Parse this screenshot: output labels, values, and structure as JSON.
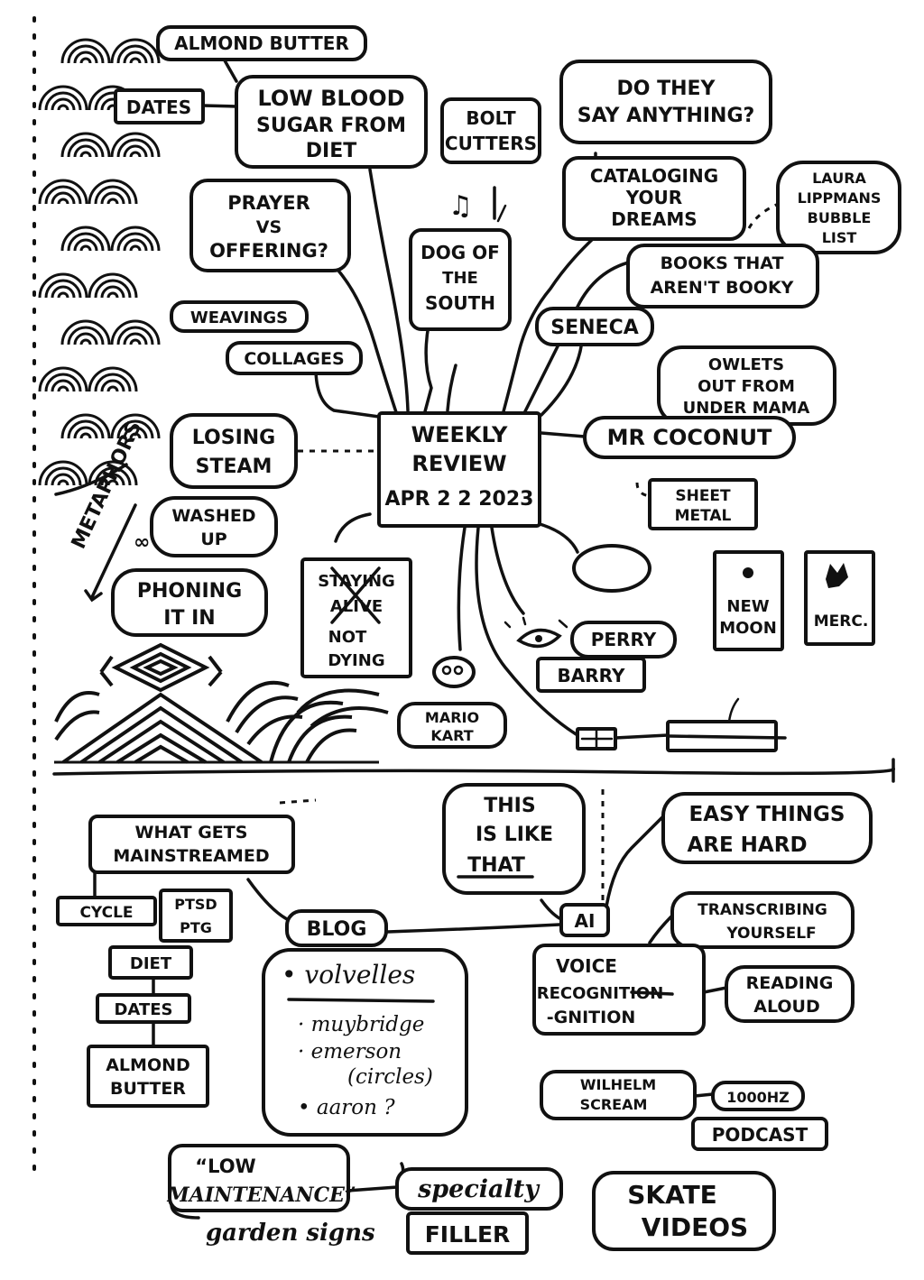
{
  "center": {
    "title_1": "WEEKLY",
    "title_2": "REVIEW",
    "date": "APR 2 2 2023"
  },
  "nodes": {
    "almond_butter_top": "ALMOND BUTTER",
    "dates_top": "DATES",
    "low_blood_sugar": [
      "LOW BLOOD",
      "SUGAR FROM",
      "DIET"
    ],
    "bolt_cutters": [
      "BOLT",
      "CUTTERS"
    ],
    "do_they_say": [
      "DO THEY",
      "SAY ANYTHING?"
    ],
    "cataloging": [
      "CATALOGING",
      "YOUR",
      "DREAMS"
    ],
    "laura_lippman": [
      "LAURA",
      "LIPPMANS",
      "BUBBLE",
      "LIST"
    ],
    "prayer": [
      "PRAYER",
      "VS",
      "OFFERING?"
    ],
    "dog_of_the_south": [
      "DOG OF",
      "THE",
      "SOUTH"
    ],
    "books": [
      "BOOKS THAT",
      "AREN'T BOOKY"
    ],
    "seneca": "SENECA",
    "weavings": "WEAVINGS",
    "collages": "COLLAGES",
    "owlets": [
      "OWLETS",
      "OUT FROM",
      "UNDER MAMA"
    ],
    "mr_coconut": "MR COCONUT",
    "sheet_metal": [
      "SHEET",
      "METAL"
    ],
    "losing_steam": [
      "LOSING",
      "STEAM"
    ],
    "washed_up": [
      "WASHED",
      "UP"
    ],
    "metaphors": "METAPHORS",
    "phoning_it_in": [
      "PHONING",
      "IT IN"
    ],
    "staying_alive": [
      "STAYING",
      "ALIVE"
    ],
    "not_dying": [
      "NOT",
      "DYING"
    ],
    "new_moon": [
      "NEW",
      "MOON"
    ],
    "merc": "MERC.",
    "perry": "PERRY",
    "barry": "BARRY",
    "mario_kart": [
      "MARIO",
      "KART"
    ],
    "what_gets": [
      "WHAT GETS",
      "MAINSTREAMED"
    ],
    "cycle": "CYCLE",
    "ptsd": [
      "PTSD",
      "PTG"
    ],
    "diet": "DIET",
    "dates_bottom": "DATES",
    "almond_butter_bottom": [
      "ALMOND",
      "BUTTER"
    ],
    "blog": "BLOG",
    "blog_list": [
      "• volvelles",
      "· muybridge",
      "· emerson",
      "(circles)",
      "• aaron ?"
    ],
    "this_is_like_that": [
      "THIS",
      "IS LIKE",
      "THAT"
    ],
    "easy_things": [
      "EASY THINGS",
      "ARE HARD"
    ],
    "ai": "AI",
    "transcribing": [
      "TRANSCRIBING",
      "YOURSELF"
    ],
    "voice_recognition": [
      "VOICE",
      "RECOGNITION",
      "-GNITION"
    ],
    "reading_aloud": [
      "READING",
      "ALOUD"
    ],
    "wilhelm": [
      "WILHELM",
      "SCREAM"
    ],
    "hz": "1000HZ",
    "podcast": "PODCAST",
    "low_maintenance": [
      "“LOW",
      "MAINTENANCE”"
    ],
    "garden_signs": "garden signs",
    "specialty": "specialty",
    "filler": "FILLER",
    "skate_videos": [
      "SKATE",
      "VIDEOS"
    ]
  },
  "icons": [
    "music-note-icon",
    "eye-icon",
    "mario-face-icon",
    "new-moon-icon",
    "mercury-icon",
    "small-box-icon",
    "wave-pattern-icon",
    "mountain-pattern-icon"
  ],
  "colors": {
    "ink": "#111111",
    "paper": "#ffffff"
  }
}
